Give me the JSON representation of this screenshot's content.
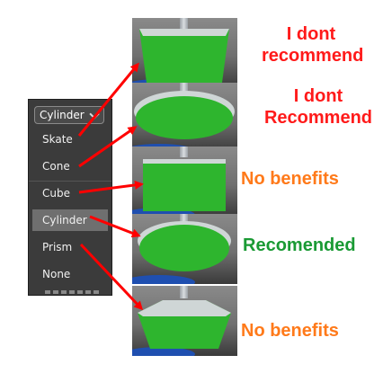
{
  "menu": {
    "selected_value": "Cylinder",
    "items": [
      {
        "label": "Skate"
      },
      {
        "label": "Cone"
      },
      {
        "label": "Cube"
      },
      {
        "label": "Cylinder",
        "selected": true
      },
      {
        "label": "Prism"
      },
      {
        "label": "None"
      }
    ]
  },
  "annotations": [
    {
      "lines": [
        "I dont",
        "recommend"
      ],
      "color": "#ff1a1a"
    },
    {
      "lines": [
        "I dont",
        "Recommend"
      ],
      "color": "#ff1a1a"
    },
    {
      "lines": [
        "No benefits"
      ],
      "color": "#ff7a1a"
    },
    {
      "lines": [
        "Recomended"
      ],
      "color": "#1a9a34"
    },
    {
      "lines": [
        "No benefits"
      ],
      "color": "#ff7a1a"
    }
  ],
  "colors": {
    "arrow": "#ff0000",
    "shape_green": "#2eb52e",
    "floor_blue": "#1f4fb0",
    "menu_bg": "#3b3b3b"
  }
}
